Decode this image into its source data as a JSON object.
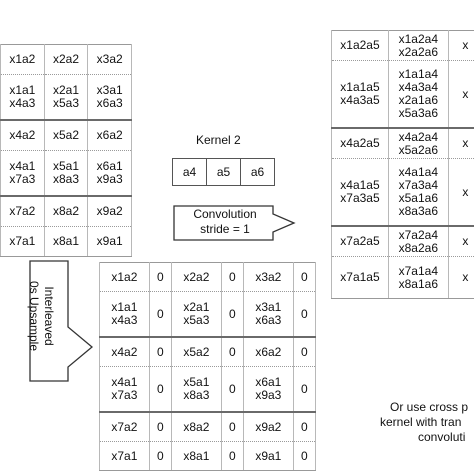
{
  "input_grid": {
    "rows": [
      [
        [
          "x1a2"
        ],
        [
          "x2a2"
        ],
        [
          "x3a2"
        ]
      ],
      [
        [
          "x1a1",
          "x4a3"
        ],
        [
          "x2a1",
          "x5a3"
        ],
        [
          "x3a1",
          "x6a3"
        ]
      ],
      [
        [
          "x4a2"
        ],
        [
          "x5a2"
        ],
        [
          "x6a2"
        ]
      ],
      [
        [
          "x4a1",
          "x7a3"
        ],
        [
          "x5a1",
          "x8a3"
        ],
        [
          "x6a1",
          "x9a3"
        ]
      ],
      [
        [
          "x7a2"
        ],
        [
          "x8a2"
        ],
        [
          "x9a2"
        ]
      ],
      [
        [
          "x7a1"
        ],
        [
          "x8a1"
        ],
        [
          "x9a1"
        ]
      ]
    ]
  },
  "upsampled_grid": {
    "rows": [
      [
        [
          "x1a2"
        ],
        [
          "0"
        ],
        [
          "x2a2"
        ],
        [
          "0"
        ],
        [
          "x3a2"
        ],
        [
          "0"
        ]
      ],
      [
        [
          "x1a1",
          "x4a3"
        ],
        [
          "0"
        ],
        [
          "x2a1",
          "x5a3"
        ],
        [
          "0"
        ],
        [
          "x3a1",
          "x6a3"
        ],
        [
          "0"
        ]
      ],
      [
        [
          "x4a2"
        ],
        [
          "0"
        ],
        [
          "x5a2"
        ],
        [
          "0"
        ],
        [
          "x6a2"
        ],
        [
          "0"
        ]
      ],
      [
        [
          "x4a1",
          "x7a3"
        ],
        [
          "0"
        ],
        [
          "x5a1",
          "x8a3"
        ],
        [
          "0"
        ],
        [
          "x6a1",
          "x9a3"
        ],
        [
          "0"
        ]
      ],
      [
        [
          "x7a2"
        ],
        [
          "0"
        ],
        [
          "x8a2"
        ],
        [
          "0"
        ],
        [
          "x9a2"
        ],
        [
          "0"
        ]
      ],
      [
        [
          "x7a1"
        ],
        [
          "0"
        ],
        [
          "x8a1"
        ],
        [
          "0"
        ],
        [
          "x9a1"
        ],
        [
          "0"
        ]
      ]
    ]
  },
  "result_grid": {
    "rows": [
      [
        [
          "x1a2a5"
        ],
        [
          "x1a2a4",
          "x2a2a6"
        ],
        [
          "x"
        ]
      ],
      [
        [
          "x1a1a5",
          "x4a3a5"
        ],
        [
          "x1a1a4",
          "x4a3a4",
          "x2a1a6",
          "x5a3a6"
        ],
        [
          "x"
        ]
      ],
      [
        [
          "x4a2a5"
        ],
        [
          "x4a2a4",
          "x5a2a6"
        ],
        [
          "x"
        ]
      ],
      [
        [
          "x4a1a5",
          "x7a3a5"
        ],
        [
          "x4a1a4",
          "x7a3a4",
          "x5a1a6",
          "x8a3a6"
        ],
        [
          "x"
        ]
      ],
      [
        [
          "x7a2a5"
        ],
        [
          "x7a2a4",
          "x8a2a6"
        ],
        [
          "x"
        ]
      ],
      [
        [
          "x7a1a5"
        ],
        [
          "x7a1a4",
          "x8a1a6"
        ],
        [
          "x"
        ]
      ]
    ]
  },
  "kernel": {
    "title": "Kernel 2",
    "values": [
      "a4",
      "a5",
      "a6"
    ]
  },
  "convolution_arrow": {
    "line1": "Convolution",
    "line2": "stride = 1"
  },
  "upsample_arrow": {
    "line1": "Interleaved",
    "line2": "0s Upsample"
  },
  "note": {
    "line1": "Or use cross p",
    "line2": "kernel with tran",
    "line3": "convoluti"
  }
}
